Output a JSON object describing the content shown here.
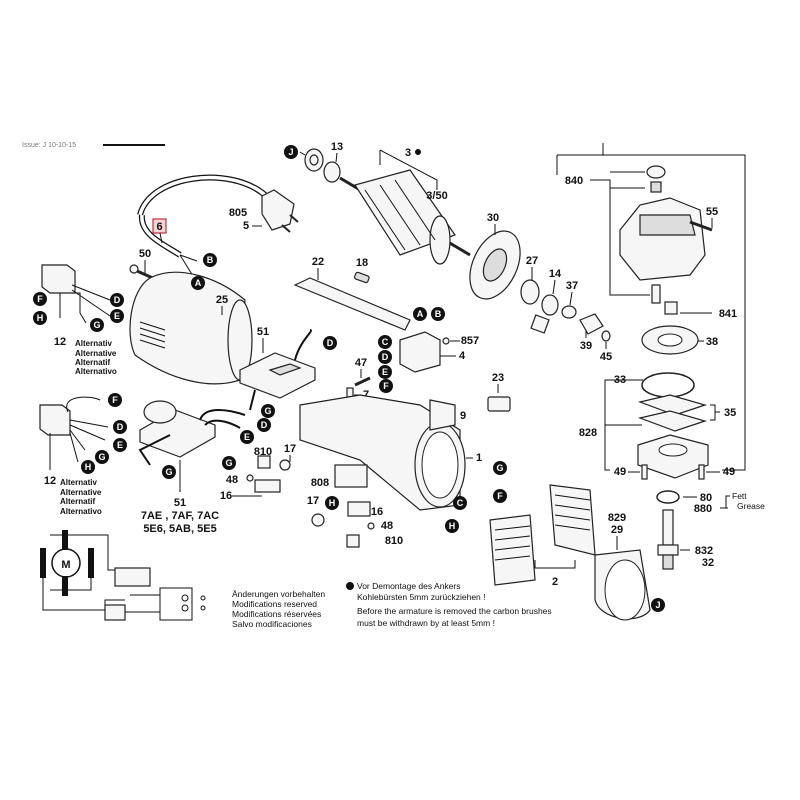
{
  "header": {
    "issue_text": "Issue: J 10-10-15"
  },
  "highlighted_part": {
    "number": "6",
    "highlight_color": "#c0303a"
  },
  "part_labels": {
    "p13": "13",
    "p3": "3",
    "p3_50": "3/50",
    "p30": "30",
    "p27": "27",
    "p14": "14",
    "p37": "37",
    "p39": "39",
    "p45": "45",
    "p805": "805",
    "p5": "5",
    "p50": "50",
    "p22": "22",
    "p18": "18",
    "p25": "25",
    "p51a": "51",
    "p857": "857",
    "p4": "4",
    "p47": "47",
    "p7": "7",
    "p23": "23",
    "p9": "9",
    "p1": "1",
    "p810a": "810",
    "p17a": "17",
    "p48a": "48",
    "p16a": "16",
    "p808": "808",
    "p17b": "17",
    "p16b": "16",
    "p48b": "48",
    "p810b": "810",
    "p51b": "51",
    "p2": "2",
    "p829": "829",
    "p29": "29",
    "p840": "840",
    "p55": "55",
    "p841": "841",
    "p38": "38",
    "p33": "33",
    "p35": "35",
    "p828": "828",
    "p49a": "49",
    "p49b": "49",
    "p80": "80",
    "p880": "880",
    "p832": "832",
    "p32": "32",
    "p12a": "12",
    "p12b": "12"
  },
  "connector_letters": [
    "A",
    "B",
    "C",
    "D",
    "E",
    "F",
    "G",
    "H",
    "J"
  ],
  "alternative_texts": [
    "Alternativ",
    "Alternative",
    "Alternatif",
    "Alternativo"
  ],
  "variant_codes": {
    "line1": "7AE , 7AF, 7AC",
    "line2": "5E6, 5AB, 5E5"
  },
  "grease": {
    "de": "Fett",
    "en": "Grease"
  },
  "modifications_note": [
    "Änderungen vorbehalten",
    "Modifications reserved",
    "Modifications réservées",
    "Salvo modificaciones"
  ],
  "armature_note": {
    "de_line1": "Vor Demontage des Ankers",
    "de_line2": "Kohlebürsten 5mm zurückziehen !",
    "en_line1": "Before the armature is removed the carbon brushes",
    "en_line2": "must be withdrawn by at least 5mm !"
  },
  "motor_symbol": "M"
}
